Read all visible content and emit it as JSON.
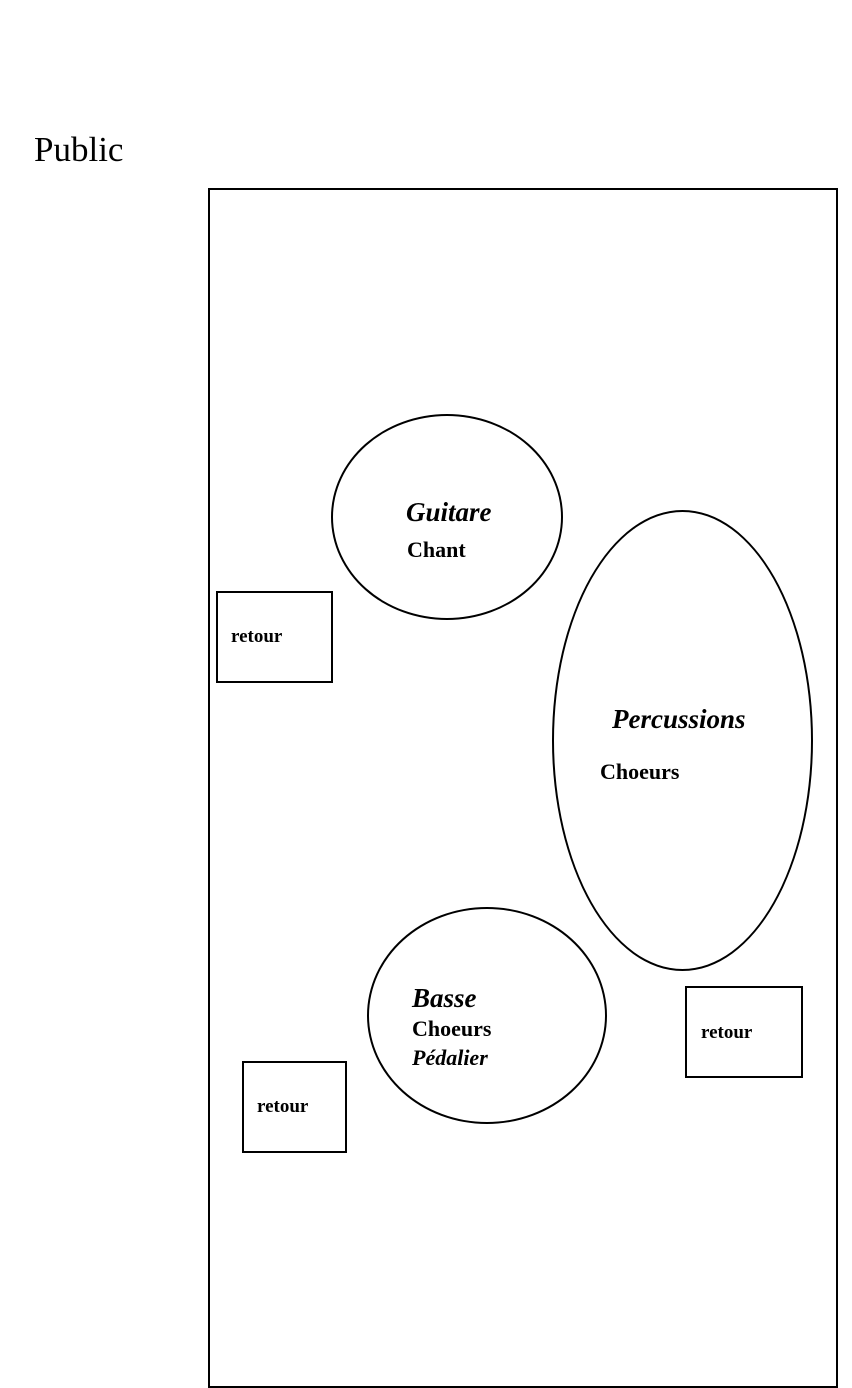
{
  "audience": {
    "label": "Public"
  },
  "stage": {
    "guitare": {
      "instrument": "Guitare",
      "voice": "Chant"
    },
    "percussions": {
      "instrument": "Percussions",
      "voice": "Choeurs"
    },
    "basse": {
      "instrument": "Basse",
      "voice": "Choeurs",
      "extra": "Pédalier"
    },
    "monitors": [
      {
        "label": "retour"
      },
      {
        "label": "retour"
      },
      {
        "label": "retour"
      }
    ]
  }
}
